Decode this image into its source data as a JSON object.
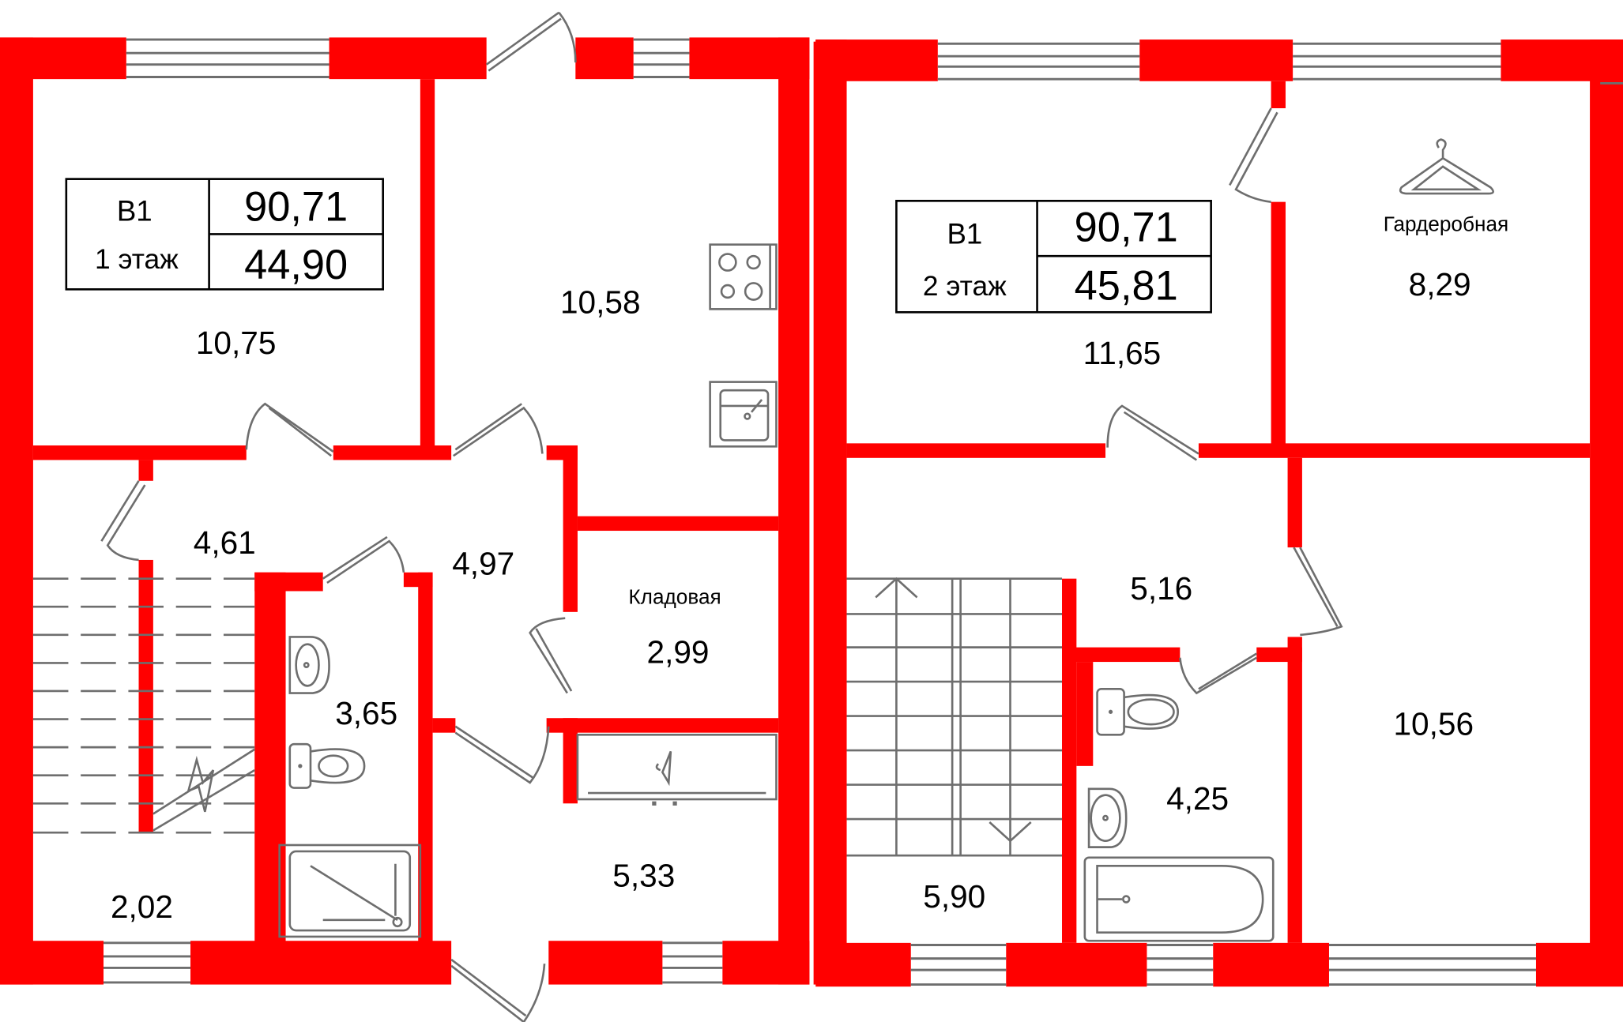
{
  "plan": {
    "unit": "B1",
    "total_area": "90,71",
    "wall_color": "#ff0000",
    "line_color": "#6e6e6e"
  },
  "floor1": {
    "label": "1 этаж",
    "unit": "B1",
    "total_area": "90,71",
    "floor_area": "44,90",
    "rooms": [
      {
        "name": "room",
        "area": "10,75"
      },
      {
        "name": "kitchen",
        "area": "10,58"
      },
      {
        "name": "hall",
        "area": "4,61"
      },
      {
        "name": "corridor",
        "area": "4,97"
      },
      {
        "name": "storage",
        "label": "Кладовая",
        "area": "2,99"
      },
      {
        "name": "bathroom",
        "area": "3,65"
      },
      {
        "name": "stair-landing",
        "area": "2,02"
      },
      {
        "name": "entrance-hall",
        "area": "5,33"
      }
    ]
  },
  "floor2": {
    "label": "2 этаж",
    "unit": "B1",
    "total_area": "90,71",
    "floor_area": "45,81",
    "rooms": [
      {
        "name": "bedroom",
        "area": "11,65"
      },
      {
        "name": "wardrobe",
        "label": "Гардеробная",
        "area": "8,29"
      },
      {
        "name": "hall",
        "area": "5,16"
      },
      {
        "name": "bedroom-2",
        "area": "10,56"
      },
      {
        "name": "bathroom",
        "area": "4,25"
      },
      {
        "name": "stairs",
        "area": "5,90"
      }
    ]
  },
  "icons": [
    "stove-icon",
    "sink-icon",
    "toilet-icon",
    "washbasin-icon",
    "shower-icon",
    "bathtub-icon",
    "hanger-icon",
    "stairs-icon",
    "door-icon",
    "window-icon"
  ]
}
